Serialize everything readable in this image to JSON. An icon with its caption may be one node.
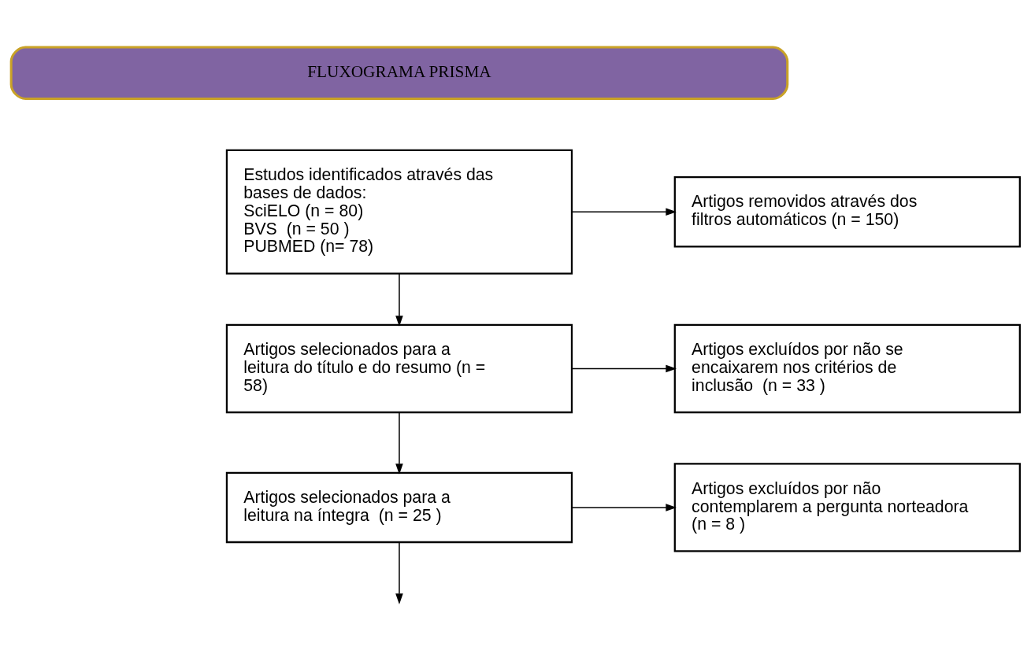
{
  "diagram": {
    "nodes": [
      {
        "text": [
          "FLUXOGRAMA PRISMA"
        ]
      },
      {
        "text": [
          "Estudos identificados através das bases de dados:",
          "SciELO (n = 80)",
          "BVS  (n = 50 )",
          "PUBMED (n= 78)"
        ]
      },
      {
        "text": [
          "Artigos removidos através dos filtros automáticos (n = 150)"
        ]
      },
      {
        "text": [
          "Artigos selecionados para a leitura do título e do resumo (n = 58)"
        ]
      },
      {
        "text": [
          "Artigos excluídos por não se encaixarem nos critérios de inclusão  (n = 33 )"
        ]
      },
      {
        "text": [
          "Artigos selecionados para a leitura na íntegra  (n = 25 )"
        ]
      },
      {
        "text": [
          "Artigos excluídos por não contemplarem a pergunta norteadora (n = 8 )"
        ]
      }
    ],
    "edges": [
      {
        "from": 1,
        "to": 2,
        "arrow": "to"
      },
      {
        "from": 1,
        "to": 3,
        "arrow": "to"
      },
      {
        "from": 3,
        "to": 4,
        "arrow": "to"
      },
      {
        "from": 3,
        "to": 5,
        "arrow": "to"
      },
      {
        "from": 5,
        "to": 6,
        "arrow": "to"
      },
      {
        "from": 5,
        "to": null,
        "arrow": "to"
      }
    ]
  }
}
